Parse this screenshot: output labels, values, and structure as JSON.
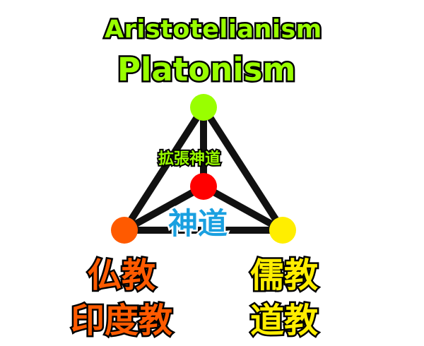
{
  "labels": {
    "top_line1": "Aristotelianism",
    "top_line2": "Platonism",
    "inner_top": "拡張神道",
    "center": "神道",
    "bottom_left_line1": "仏教",
    "bottom_left_line2": "印度教",
    "bottom_right_line1": "儒教",
    "bottom_right_line2": "道教"
  },
  "colors": {
    "top": "#99ff00",
    "center_node": "#ff0000",
    "center_text": "#1aa0e0",
    "left": "#ff5a00",
    "right": "#ffee00",
    "edges": "#111111"
  }
}
